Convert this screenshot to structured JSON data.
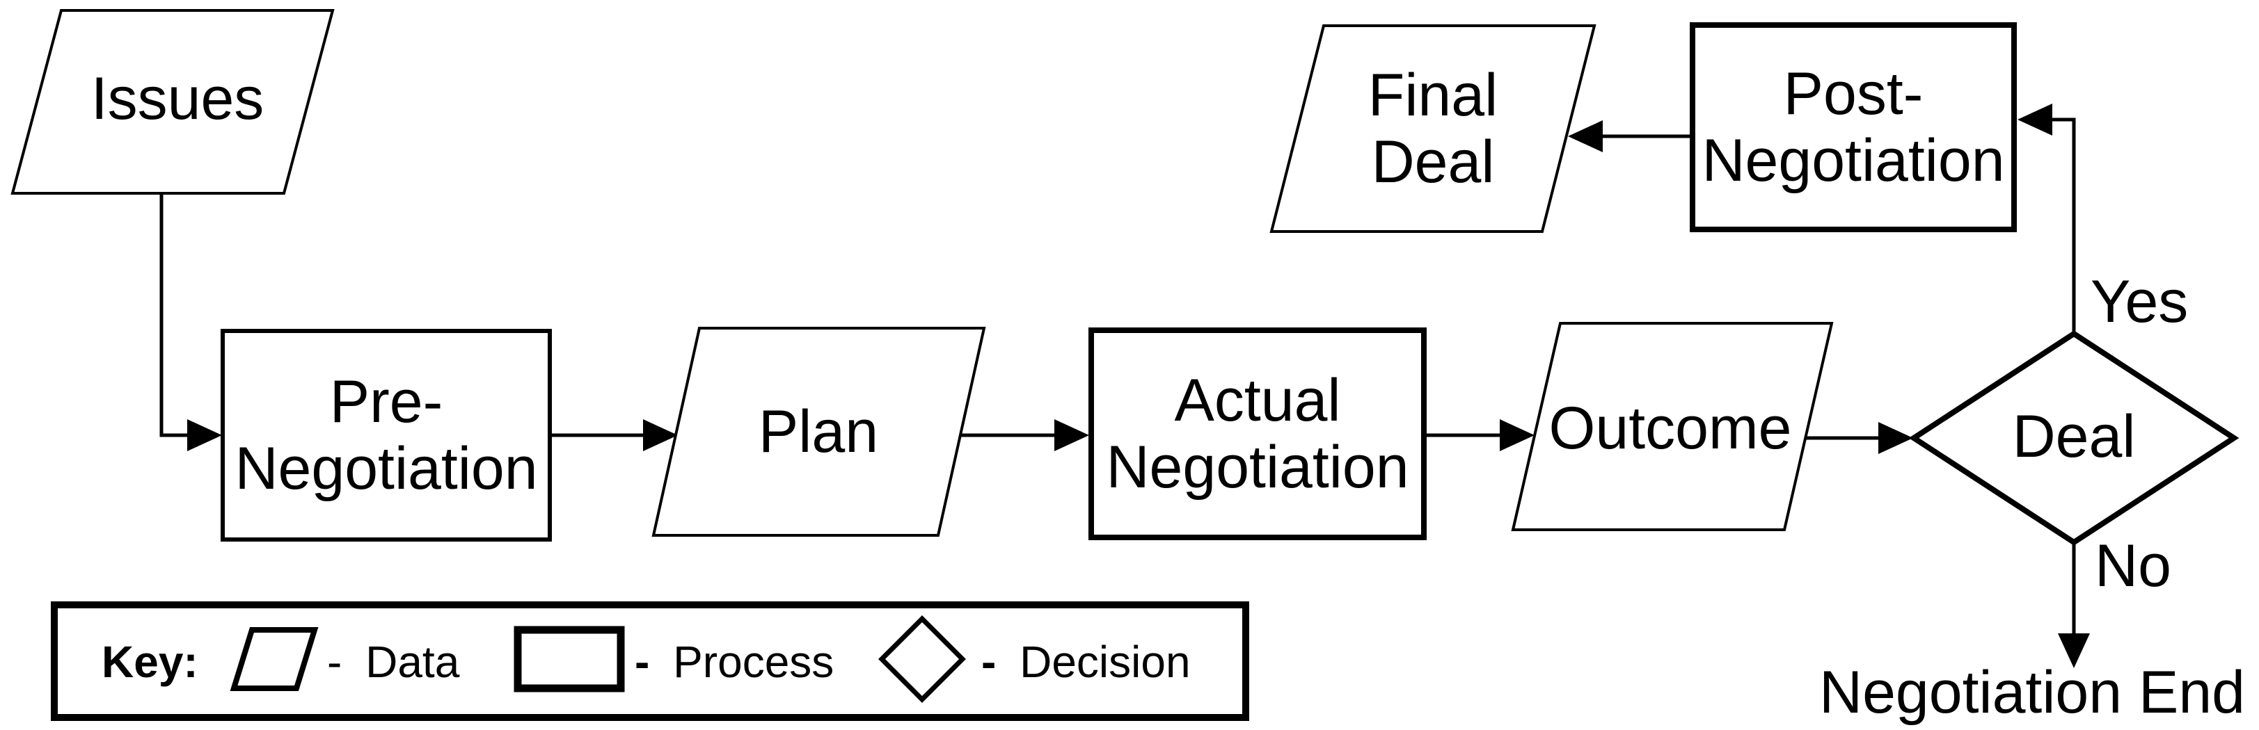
{
  "nodes": {
    "issues": {
      "label": "Issues",
      "shape": "data-parallelogram"
    },
    "pre_negotiation": {
      "lines": [
        "Pre-",
        "Negotiation"
      ],
      "shape": "process-rectangle"
    },
    "plan": {
      "label": "Plan",
      "shape": "data-parallelogram"
    },
    "actual_negotiation": {
      "lines": [
        "Actual",
        "Negotiation"
      ],
      "shape": "process-rectangle"
    },
    "outcome": {
      "label": "Outcome",
      "shape": "data-parallelogram"
    },
    "deal": {
      "label": "Deal",
      "shape": "decision-diamond"
    },
    "post_negotiation": {
      "lines": [
        "Post-",
        "Negotiation"
      ],
      "shape": "process-rectangle"
    },
    "final_deal": {
      "lines": [
        "Final",
        "Deal"
      ],
      "shape": "data-parallelogram"
    },
    "negotiation_end": {
      "label": "Negotiation End",
      "shape": "text-terminal"
    }
  },
  "edges": {
    "yes_label": "Yes",
    "no_label": "No"
  },
  "key": {
    "title": "Key:",
    "items": [
      {
        "dash": "-",
        "label": "Data",
        "shape": "parallelogram"
      },
      {
        "dash": "-",
        "label": "Process",
        "shape": "rectangle"
      },
      {
        "dash": "-",
        "label": "Decision",
        "shape": "diamond"
      }
    ]
  },
  "colors": {
    "ink": "#000000",
    "background": "#ffffff"
  }
}
